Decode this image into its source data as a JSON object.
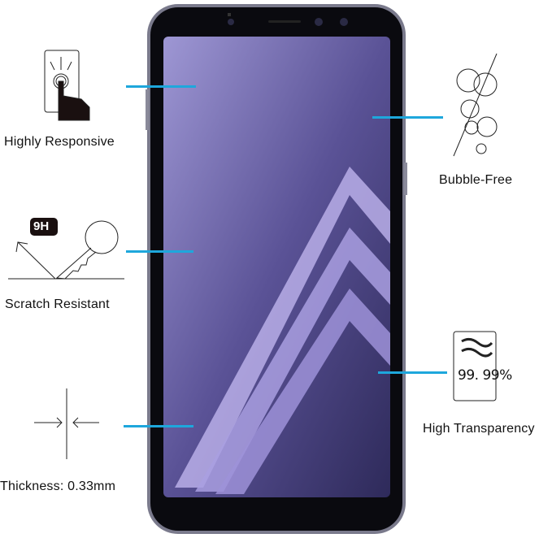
{
  "features": {
    "responsive": {
      "label": "Highly Responsive",
      "icon": "touch-icon"
    },
    "scratch": {
      "label": "Scratch Resistant",
      "badge": "9H",
      "icon": "key-scratch-icon"
    },
    "thickness": {
      "label": "Thickness: 0.33mm",
      "icon": "thickness-arrows-icon"
    },
    "bubble": {
      "label": "Bubble-Free",
      "icon": "bubbles-icon"
    },
    "transparency": {
      "label": "High Transparency",
      "value": "99. 99%",
      "icon": "transparency-icon"
    }
  },
  "colors": {
    "accent": "#1ea7dc",
    "screen": "#7d76b8",
    "frame": "#6e6e80"
  }
}
